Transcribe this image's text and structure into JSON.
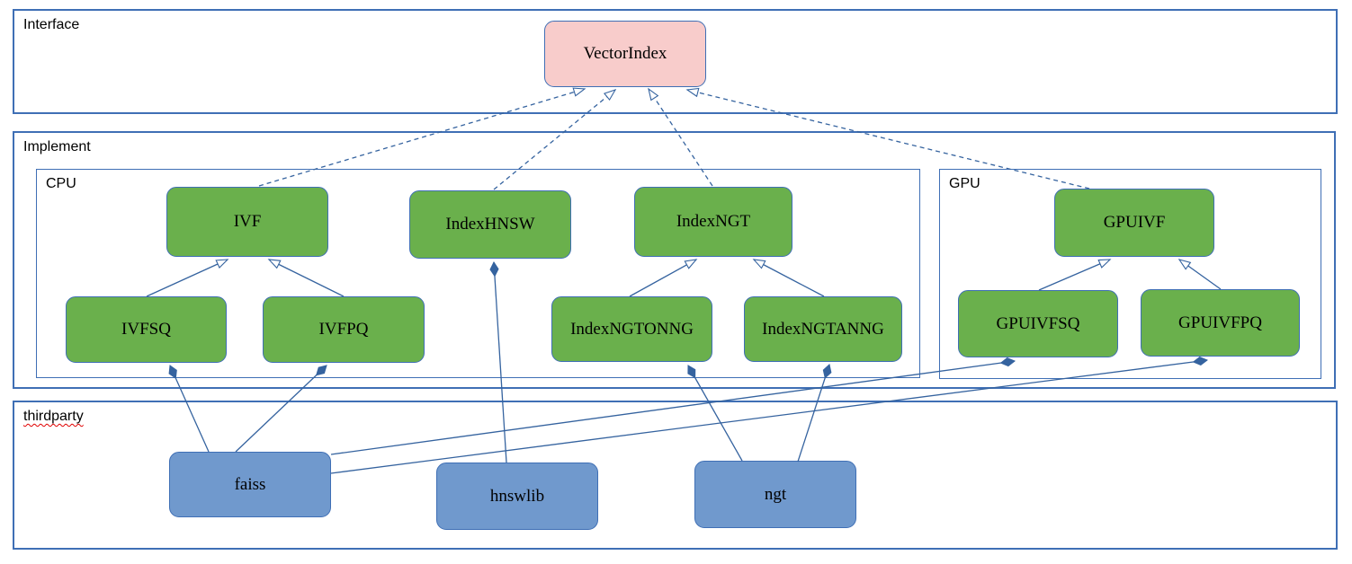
{
  "diagram": {
    "type": "uml-class-diagram",
    "containers": [
      {
        "id": "interface",
        "label": "Interface"
      },
      {
        "id": "implement",
        "label": "Implement"
      },
      {
        "id": "cpu",
        "label": "CPU",
        "parent": "implement"
      },
      {
        "id": "gpu",
        "label": "GPU",
        "parent": "implement"
      },
      {
        "id": "thirdparty",
        "label": "thirdparty",
        "spellcheck_underline": true
      }
    ],
    "nodes": [
      {
        "id": "vectorindex",
        "label": "VectorIndex",
        "container": "interface",
        "kind": "interface"
      },
      {
        "id": "ivf",
        "label": "IVF",
        "container": "cpu",
        "kind": "class"
      },
      {
        "id": "indexhnsw",
        "label": "IndexHNSW",
        "container": "cpu",
        "kind": "class"
      },
      {
        "id": "indexngt",
        "label": "IndexNGT",
        "container": "cpu",
        "kind": "class"
      },
      {
        "id": "gpuivf",
        "label": "GPUIVF",
        "container": "gpu",
        "kind": "class"
      },
      {
        "id": "ivfsq",
        "label": "IVFSQ",
        "container": "cpu",
        "kind": "class"
      },
      {
        "id": "ivfpq",
        "label": "IVFPQ",
        "container": "cpu",
        "kind": "class"
      },
      {
        "id": "indexngtonng",
        "label": "IndexNGTONNG",
        "container": "cpu",
        "kind": "class"
      },
      {
        "id": "indexngtanng",
        "label": "IndexNGTANNG",
        "container": "cpu",
        "kind": "class"
      },
      {
        "id": "gpuivfsq",
        "label": "GPUIVFSQ",
        "container": "gpu",
        "kind": "class"
      },
      {
        "id": "gpuivfpq",
        "label": "GPUIVFPQ",
        "container": "gpu",
        "kind": "class"
      },
      {
        "id": "faiss",
        "label": "faiss",
        "container": "thirdparty",
        "kind": "library"
      },
      {
        "id": "hnswlib",
        "label": "hnswlib",
        "container": "thirdparty",
        "kind": "library"
      },
      {
        "id": "ngt",
        "label": "ngt",
        "container": "thirdparty",
        "kind": "library"
      }
    ],
    "edges": [
      {
        "type": "realization",
        "from": "IVF",
        "to": "VectorIndex"
      },
      {
        "type": "realization",
        "from": "IndexHNSW",
        "to": "VectorIndex"
      },
      {
        "type": "realization",
        "from": "IndexNGT",
        "to": "VectorIndex"
      },
      {
        "type": "realization",
        "from": "GPUIVF",
        "to": "VectorIndex"
      },
      {
        "type": "generalization",
        "from": "IVFSQ",
        "to": "IVF"
      },
      {
        "type": "generalization",
        "from": "IVFPQ",
        "to": "IVF"
      },
      {
        "type": "generalization",
        "from": "IndexNGTONNG",
        "to": "IndexNGT"
      },
      {
        "type": "generalization",
        "from": "IndexNGTANNG",
        "to": "IndexNGT"
      },
      {
        "type": "generalization",
        "from": "GPUIVFSQ",
        "to": "GPUIVF"
      },
      {
        "type": "generalization",
        "from": "GPUIVFPQ",
        "to": "GPUIVF"
      },
      {
        "type": "composition",
        "owner": "IVFSQ",
        "part": "faiss"
      },
      {
        "type": "composition",
        "owner": "IVFPQ",
        "part": "faiss"
      },
      {
        "type": "composition",
        "owner": "GPUIVFSQ",
        "part": "faiss"
      },
      {
        "type": "composition",
        "owner": "GPUIVFPQ",
        "part": "faiss"
      },
      {
        "type": "composition",
        "owner": "IndexHNSW",
        "part": "hnswlib"
      },
      {
        "type": "composition",
        "owner": "IndexNGTONNG",
        "part": "ngt"
      },
      {
        "type": "composition",
        "owner": "IndexNGTANNG",
        "part": "ngt"
      }
    ],
    "colors": {
      "interface_fill": "#f8cccb",
      "class_fill": "#6ab04c",
      "library_fill": "#7099cd",
      "border_blue": "#3f6fb5",
      "line_blue": "#35639f",
      "spellcheck_red": "#e00000"
    }
  }
}
